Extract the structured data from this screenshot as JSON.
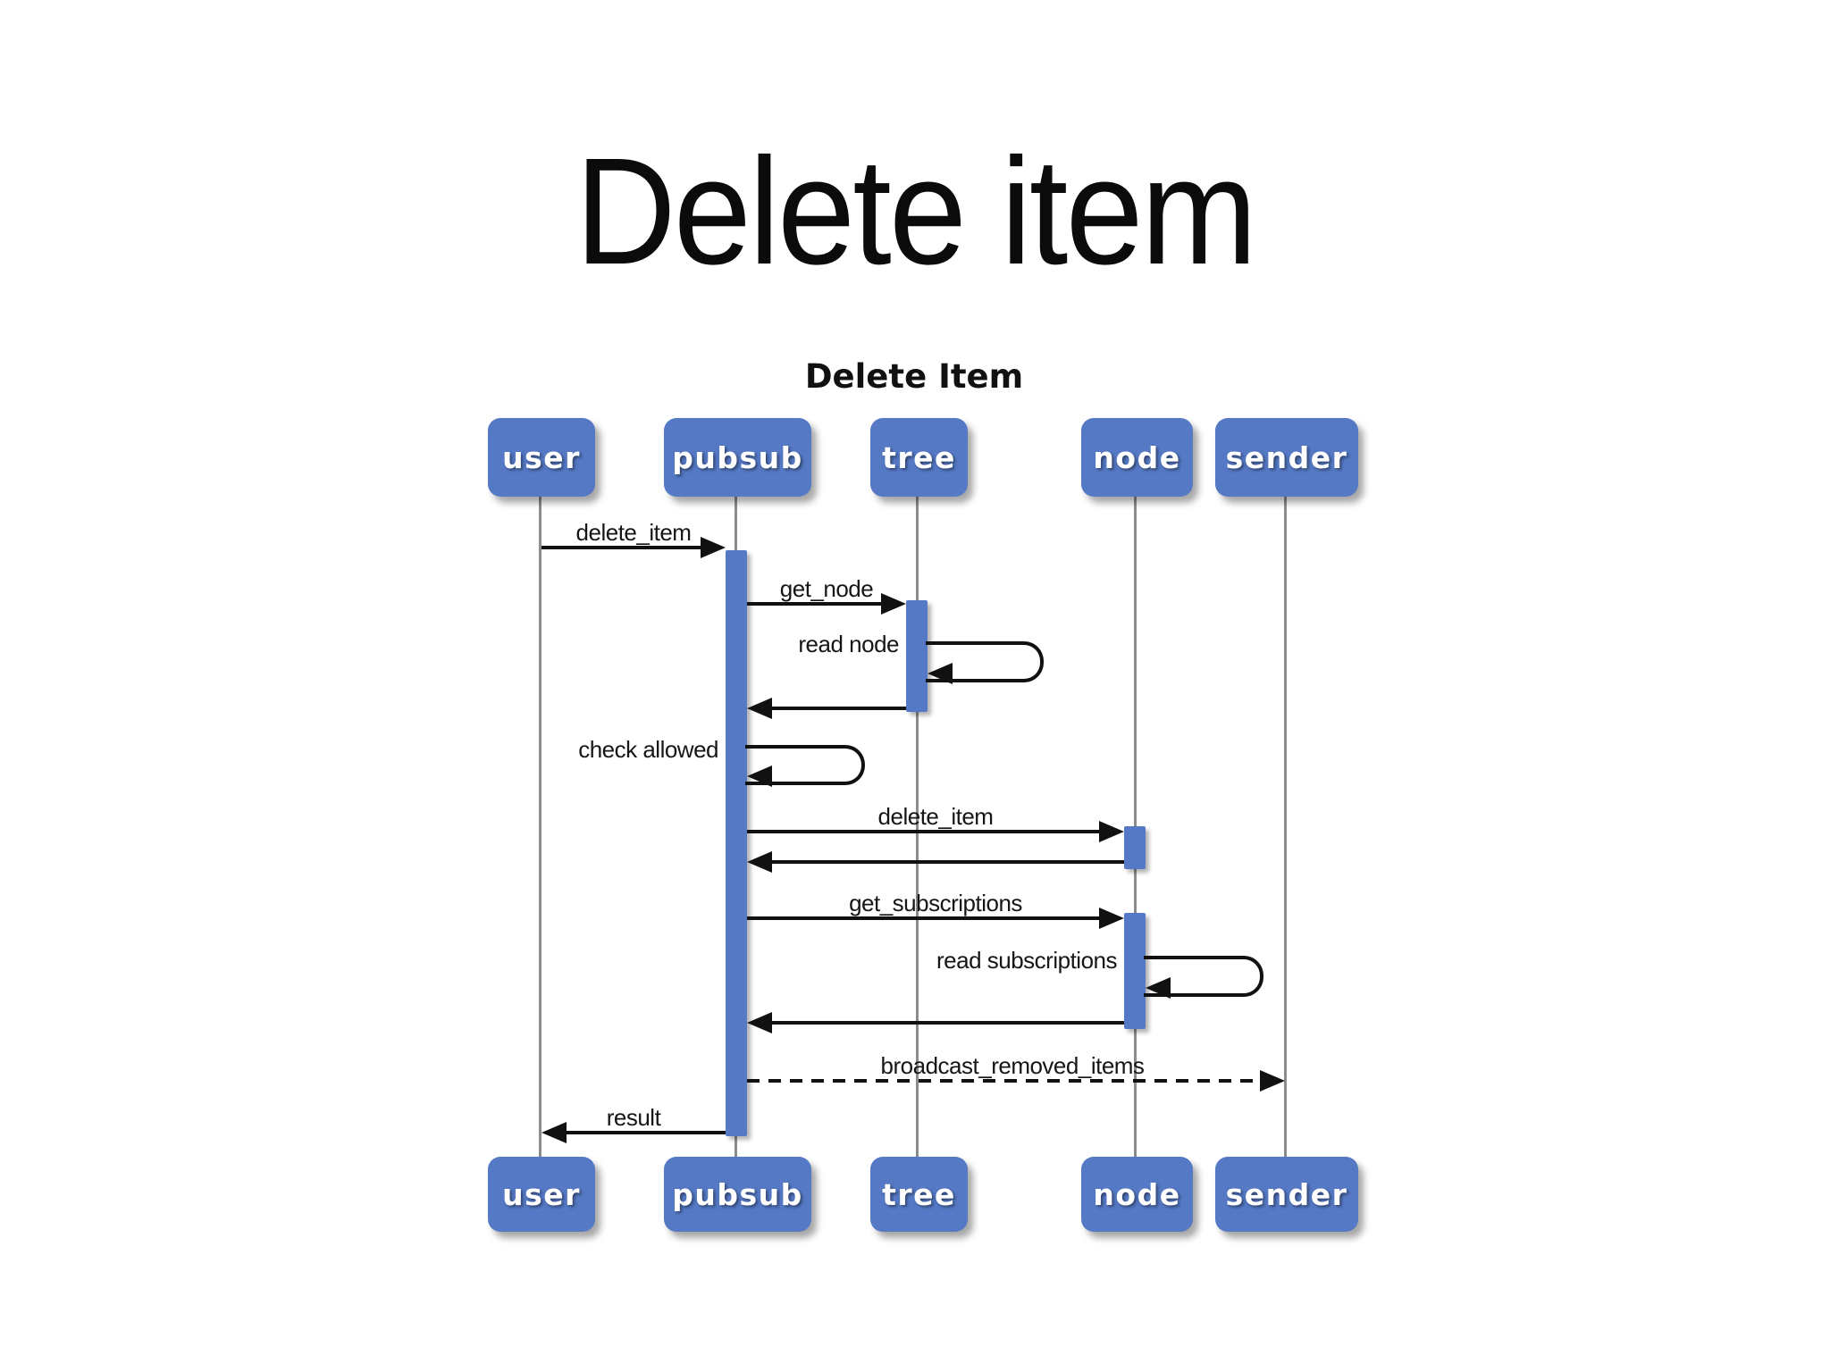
{
  "slide": {
    "title": "Delete item"
  },
  "diagram": {
    "title": "Delete Item",
    "actors": [
      {
        "id": "user",
        "label": "user"
      },
      {
        "id": "pubsub",
        "label": "pubsub"
      },
      {
        "id": "tree",
        "label": "tree"
      },
      {
        "id": "node",
        "label": "node"
      },
      {
        "id": "sender",
        "label": "sender"
      }
    ],
    "messages": [
      {
        "label": "delete_item",
        "from": "user",
        "to": "pubsub",
        "type": "call"
      },
      {
        "label": "get_node",
        "from": "pubsub",
        "to": "tree",
        "type": "call"
      },
      {
        "label": "read node",
        "from": "tree",
        "to": "tree",
        "type": "self"
      },
      {
        "label": "",
        "from": "tree",
        "to": "pubsub",
        "type": "return"
      },
      {
        "label": "check allowed",
        "from": "pubsub",
        "to": "pubsub",
        "type": "self"
      },
      {
        "label": "delete_item",
        "from": "pubsub",
        "to": "node",
        "type": "call"
      },
      {
        "label": "",
        "from": "node",
        "to": "pubsub",
        "type": "return"
      },
      {
        "label": "get_subscriptions",
        "from": "pubsub",
        "to": "node",
        "type": "call"
      },
      {
        "label": "read subscriptions",
        "from": "node",
        "to": "node",
        "type": "self"
      },
      {
        "label": "",
        "from": "node",
        "to": "pubsub",
        "type": "return"
      },
      {
        "label": "broadcast_removed_items",
        "from": "pubsub",
        "to": "sender",
        "type": "async-dashed"
      },
      {
        "label": "result",
        "from": "pubsub",
        "to": "user",
        "type": "return"
      }
    ]
  },
  "colors": {
    "actor_fill": "#5579c5",
    "arrow": "#111111",
    "lifeline": "#8c8c8c",
    "background": "#ffffff"
  }
}
